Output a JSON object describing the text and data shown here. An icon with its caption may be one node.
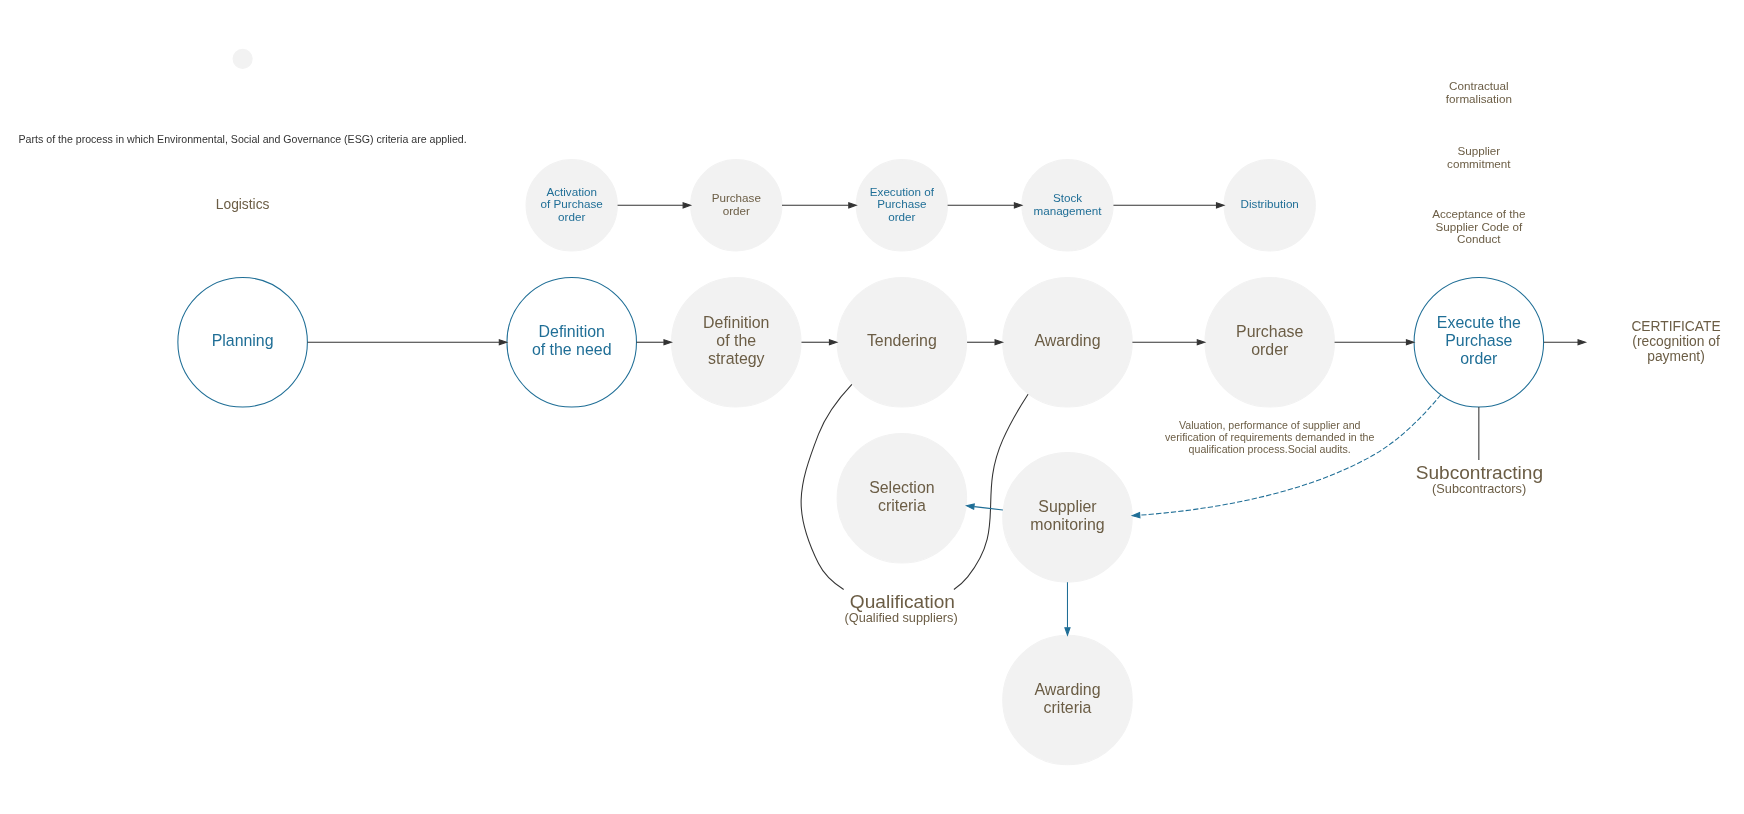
{
  "diagram": {
    "nodes": [
      {
        "text": [
          "Planning"
        ]
      },
      {
        "text": [
          "Definition of the need"
        ]
      },
      {
        "text": [
          "Definition of the strategy"
        ]
      },
      {
        "text": [
          "Tendering"
        ]
      },
      {
        "text": [
          "Awarding"
        ]
      },
      {
        "text": [
          "Purchase order"
        ],
        "beside": [
          "Contractual formalisation",
          "Supplier commitment",
          "Acceptance of the Supplier Code of Conduct"
        ]
      },
      {
        "text": [
          "Execute the Purchase order"
        ]
      },
      {
        "text": [
          "Qualification",
          "(Qualified suppliers)"
        ]
      },
      {
        "text": [
          "Subcontracting",
          "(Subcontractors)"
        ]
      },
      {
        "text": [
          "Selection criteria"
        ]
      },
      {
        "text": [
          "Awarding criteria"
        ]
      },
      {
        "text": [
          "Supplier monitoring"
        ]
      },
      {
        "text": [
          "Activation of Purchase order"
        ]
      },
      {
        "text": [
          "Purchase order"
        ]
      },
      {
        "text": [
          "Execution of Purchase order"
        ]
      },
      {
        "text": [
          "Stock management"
        ]
      },
      {
        "text": [
          "Distribution"
        ]
      }
    ],
    "edges": [
      {
        "from": 0,
        "to": 1,
        "arrow": "to"
      },
      {
        "from": 1,
        "to": 2,
        "arrow": "to"
      },
      {
        "from": 2,
        "to": 3,
        "arrow": "to"
      },
      {
        "from": 3,
        "to": 4,
        "arrow": "to"
      },
      {
        "from": 4,
        "to": 5,
        "arrow": "to"
      },
      {
        "from": 5,
        "to": 6,
        "arrow": "to"
      },
      {
        "from": 6,
        "to": null,
        "arrow": "to"
      },
      {
        "from": 7,
        "to": 3,
        "arrow": "none"
      },
      {
        "from": 7,
        "to": 4,
        "arrow": "none"
      },
      {
        "from": 8,
        "to": 6,
        "arrow": "none"
      },
      {
        "from": 11,
        "to": 9,
        "arrow": "to",
        "color": "#1f6e96"
      },
      {
        "from": 11,
        "to": 10,
        "arrow": "to",
        "color": "#1f6e96"
      },
      {
        "from": 6,
        "to": 11,
        "arrow": "to",
        "style": "dashed",
        "color": "#1f6e96",
        "label": "Valuation, performance of supplier and verification of requirements demanded in the qualification process.Social audits."
      },
      {
        "from": 12,
        "to": 13,
        "arrow": "to"
      },
      {
        "from": 13,
        "to": 14,
        "arrow": "to"
      },
      {
        "from": 14,
        "to": 15,
        "arrow": "to"
      },
      {
        "from": 15,
        "to": 16,
        "arrow": "to"
      }
    ],
    "labels": [
      "CERTIFICATE (recognition of payment)",
      "Logistics"
    ],
    "legend": [
      {
        "text": "Parts of the process in which Environmental, Social and Governance (ESG) criteria are applied.",
        "color": "#f2f2f2"
      }
    ]
  }
}
